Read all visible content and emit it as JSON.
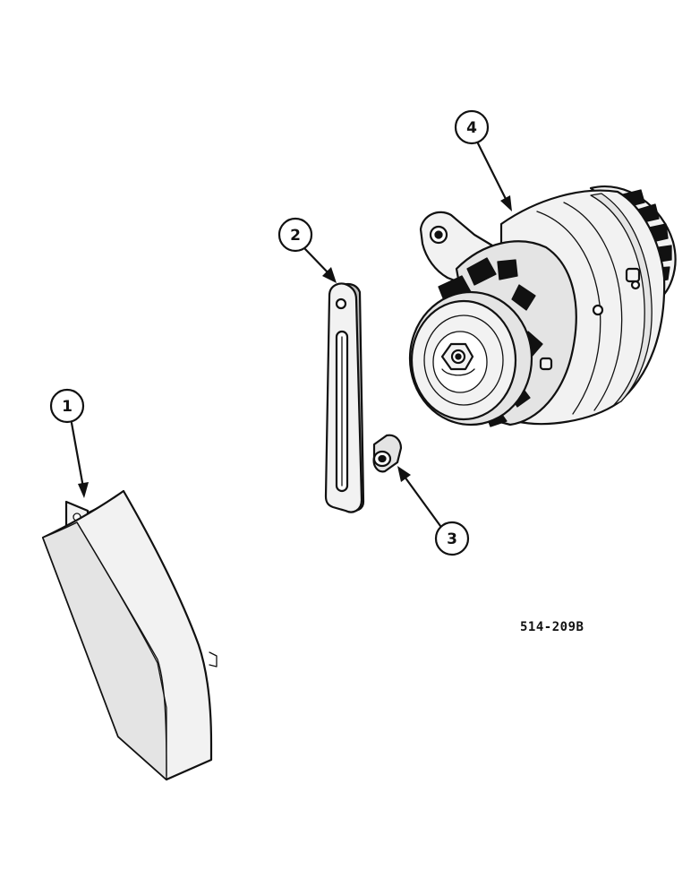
{
  "diagram": {
    "reference_code": "514-209B",
    "callouts": [
      {
        "id": "1",
        "part": "belt-guard"
      },
      {
        "id": "2",
        "part": "adjusting-strap"
      },
      {
        "id": "3",
        "part": "spacer"
      },
      {
        "id": "4",
        "part": "alternator"
      }
    ]
  },
  "colors": {
    "ink": "#111111",
    "background": "#ffffff"
  }
}
